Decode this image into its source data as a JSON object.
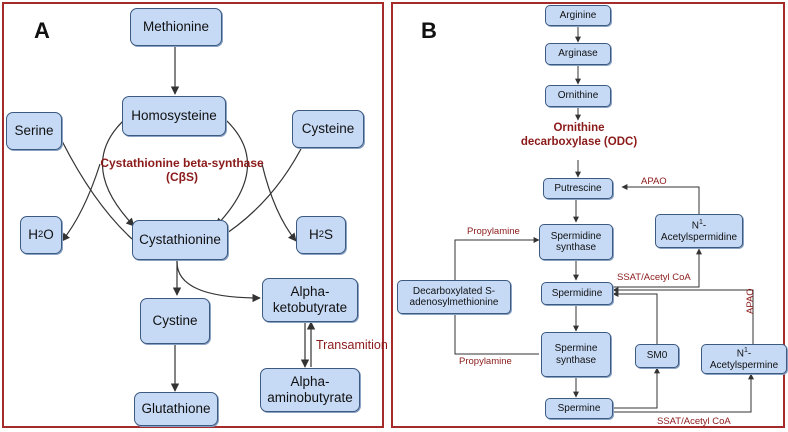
{
  "panelA": {
    "label": "A",
    "nodes": {
      "methionine": "Methionine",
      "homosysteine": "Homosysteine",
      "serine": "Serine",
      "cysteine": "Cysteine",
      "h2o_main": "H",
      "h2o_sub": "2",
      "h2o_tail": "O",
      "h2s_main": "H",
      "h2s_sub": "2",
      "h2s_tail": "S",
      "cystathionine": "Cystathionine",
      "alpha_ketobutyrate": "Alpha-\nketobutyrate",
      "cystine": "Cystine",
      "alpha_aminobutyrate": "Alpha-\naminobutyrate",
      "glutathione": "Glutathione"
    },
    "enzyme": "Cystathionine beta-synthase\n(CβS)",
    "transamition": "Transamition"
  },
  "panelB": {
    "label": "B",
    "nodes": {
      "arginine": "Arginine",
      "arginase": "Arginase",
      "ornithine": "Ornithine",
      "putrescine": "Putrescine",
      "spermidine_synthase": "Spermidine\nsynthase",
      "n1_acetylspermidine_pre": "N",
      "n1_acetylspermidine_sup": "1",
      "n1_acetylspermidine_post": "-\nAcetylspermidine",
      "decarboxylated": "Decarboxylated S-\nadenosylmethionine",
      "spermidine": "Spermidine",
      "spermine_synthase": "Spermine\nsynthase",
      "smo": "SM0",
      "n1_acetylspermine_pre": "N",
      "n1_acetylspermine_sup": "1",
      "n1_acetylspermine_post": "-\nAcetylspermine",
      "spermine": "Spermine"
    },
    "enzyme": "Ornithine\ndecarboxylase (ODC)",
    "labels": {
      "apao_top": "APAO",
      "propylamine_top": "Propylamine",
      "ssat_mid": "SSAT/Acetyl CoA",
      "apao_side": "APAO",
      "propylamine_bottom": "Propylamine",
      "ssat_bottom": "SSAT/Acetyl CoA"
    }
  },
  "colors": {
    "node_fill": "#c6daf6",
    "node_border": "#3d5a80",
    "frame": "#a52a2a",
    "enzyme_text": "#8b1a1a",
    "arrow": "#333333"
  }
}
